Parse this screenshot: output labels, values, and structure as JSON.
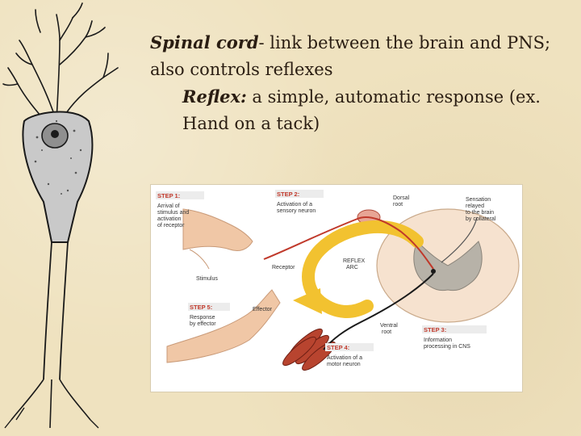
{
  "text": {
    "spinal_cord_term": "Spinal cord",
    "spinal_cord_def": "- link between the brain and PNS; also controls reflexes",
    "reflex_term": "Reflex:",
    "reflex_def": " a simple, automatic   response  (ex. Hand on a tack)"
  },
  "diagram": {
    "step1_title": "STEP 1:",
    "step1_desc": [
      "Arrival of",
      "stimulus and",
      "activation",
      "of receptor"
    ],
    "step2_title": "STEP 2:",
    "step2_desc": [
      "Activation of a",
      "sensory neuron"
    ],
    "step3_title": "STEP 3:",
    "step3_desc": [
      "Information",
      "processing in CNS"
    ],
    "step4_title": "STEP 4:",
    "step4_desc": [
      "Activation of a",
      "motor neuron"
    ],
    "step5_title": "STEP 5:",
    "step5_desc": [
      "Response",
      "by effector"
    ],
    "dorsal_root": [
      "Dorsal",
      "root"
    ],
    "sensation": [
      "Sensation",
      "relayed",
      "to the brain",
      "by collateral"
    ],
    "reflex_arc": [
      "REFLEX",
      "ARC"
    ],
    "receptor": "Receptor",
    "stimulus": "Stimulus",
    "effector": "Effector",
    "ventral_root": [
      "Ventral",
      "root"
    ]
  },
  "colors": {
    "background": "#efe2bf",
    "text": "#2a1d12",
    "step_red": "#c0392b",
    "arc_yellow": "#f2c230",
    "neuron_fill": "#c9c9c9"
  }
}
